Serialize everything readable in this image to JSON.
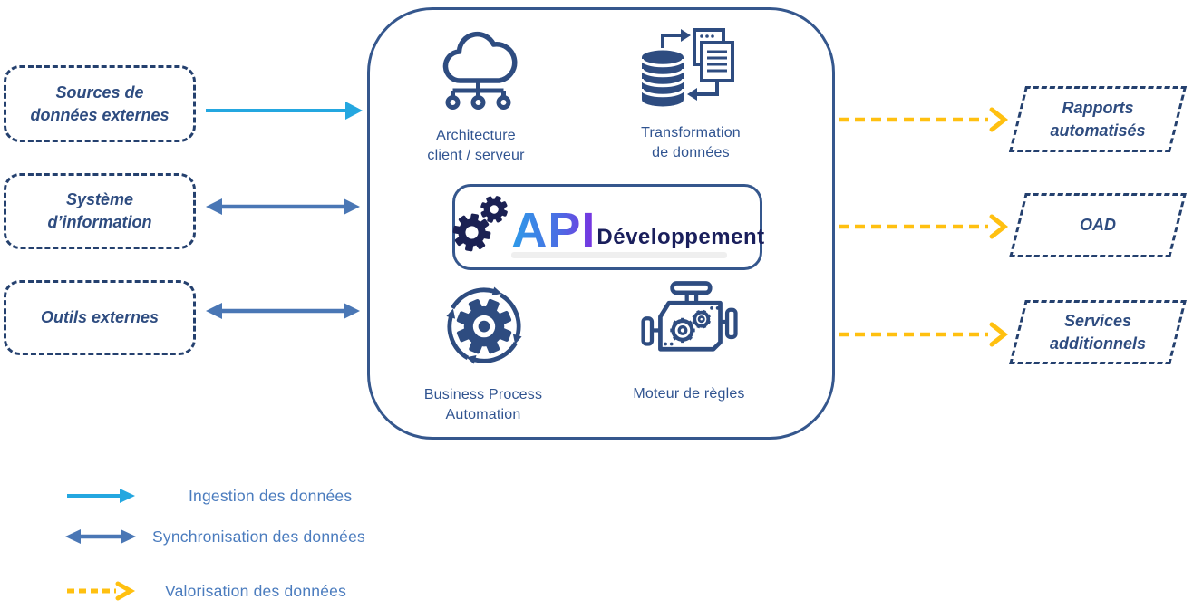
{
  "colors": {
    "platform_border": "#35578D",
    "node_border": "#24406E",
    "node_text": "#2E4C80",
    "icon_navy": "#2E4C80",
    "ingestion_cyan": "#24A7E0",
    "synchronisation_blue": "#4A77B5",
    "valorisation_yellow": "#FFC010",
    "legend_text": "#4B7CBE",
    "logo_gears": "#1B2153",
    "logo_api_gradient_start": "#2E9BE8",
    "logo_api_gradient_end": "#7B2FE0",
    "logo_dev_text": "#1A1F5C"
  },
  "sources": {
    "external_data": {
      "line1": "Sources de",
      "line2": "données externes"
    },
    "information_system": {
      "line1": "Système",
      "line2": "d’information"
    },
    "external_tools": {
      "label": "Outils externes"
    }
  },
  "platform": {
    "modules": {
      "client_server": {
        "line1": "Architecture",
        "line2": "client  / serveur"
      },
      "data_transformation": {
        "line1": "Transformation",
        "line2": "de données"
      },
      "bpa": {
        "line1": "Business Process",
        "line2": "Automation"
      },
      "rules_engine": {
        "label": "Moteur de règles"
      }
    },
    "logo": {
      "api": "API",
      "name": "Développement"
    }
  },
  "outputs": {
    "reports": {
      "line1": "Rapports",
      "line2": "automatisés"
    },
    "oad": {
      "label": "OAD"
    },
    "services": {
      "line1": "Services",
      "line2": "additionnels"
    }
  },
  "legend": [
    {
      "label": "Ingestion des données"
    },
    {
      "label": "Synchronisation des données"
    },
    {
      "label": "Valorisation des données"
    }
  ]
}
